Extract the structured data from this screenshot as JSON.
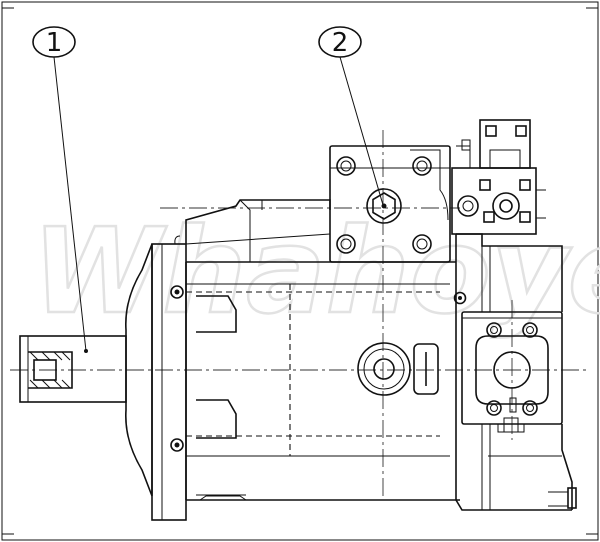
{
  "callouts": [
    {
      "label": "1",
      "target": "drive-shaft"
    },
    {
      "label": "2",
      "target": "control-port"
    }
  ],
  "watermark": "Whahoyes",
  "colors": {
    "line": "#111111",
    "background": "#ffffff",
    "watermark": "#e2e2e2"
  }
}
